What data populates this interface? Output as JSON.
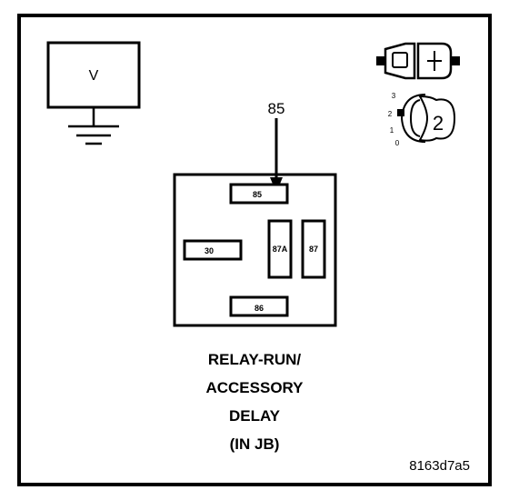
{
  "meter": {
    "label": "V"
  },
  "probe": {
    "label": "85"
  },
  "connector_icon": {
    "step_labels": [
      "3",
      "2",
      "1",
      "0"
    ],
    "number": "2"
  },
  "relay": {
    "pins": {
      "p85": "85",
      "p30": "30",
      "p87a": "87A",
      "p87": "87",
      "p86": "86"
    },
    "caption": [
      "RELAY-RUN/",
      "ACCESSORY",
      "DELAY",
      "(IN JB)"
    ]
  },
  "figure_id": "8163d7a5"
}
